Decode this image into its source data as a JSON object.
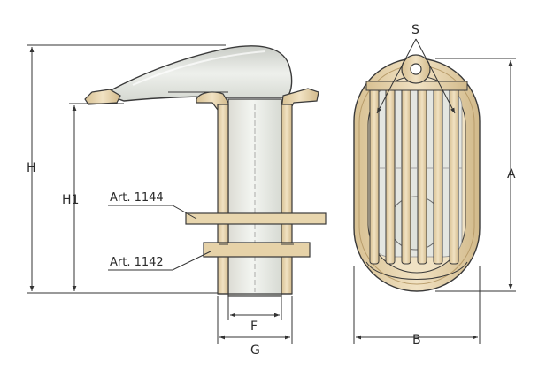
{
  "colors": {
    "brass": "#e6d2a8",
    "brass_dark": "#c7ad7d",
    "body_light": "#e8ebe6",
    "outline": "#3a3a3a",
    "dim_line": "#333333"
  },
  "dimensions": {
    "H": "H",
    "H1": "H1",
    "F": "F",
    "G": "G",
    "A": "A",
    "B": "B",
    "S": "S"
  },
  "parts": {
    "art_1144": "Art. 1144",
    "art_1142": "Art. 1142"
  }
}
